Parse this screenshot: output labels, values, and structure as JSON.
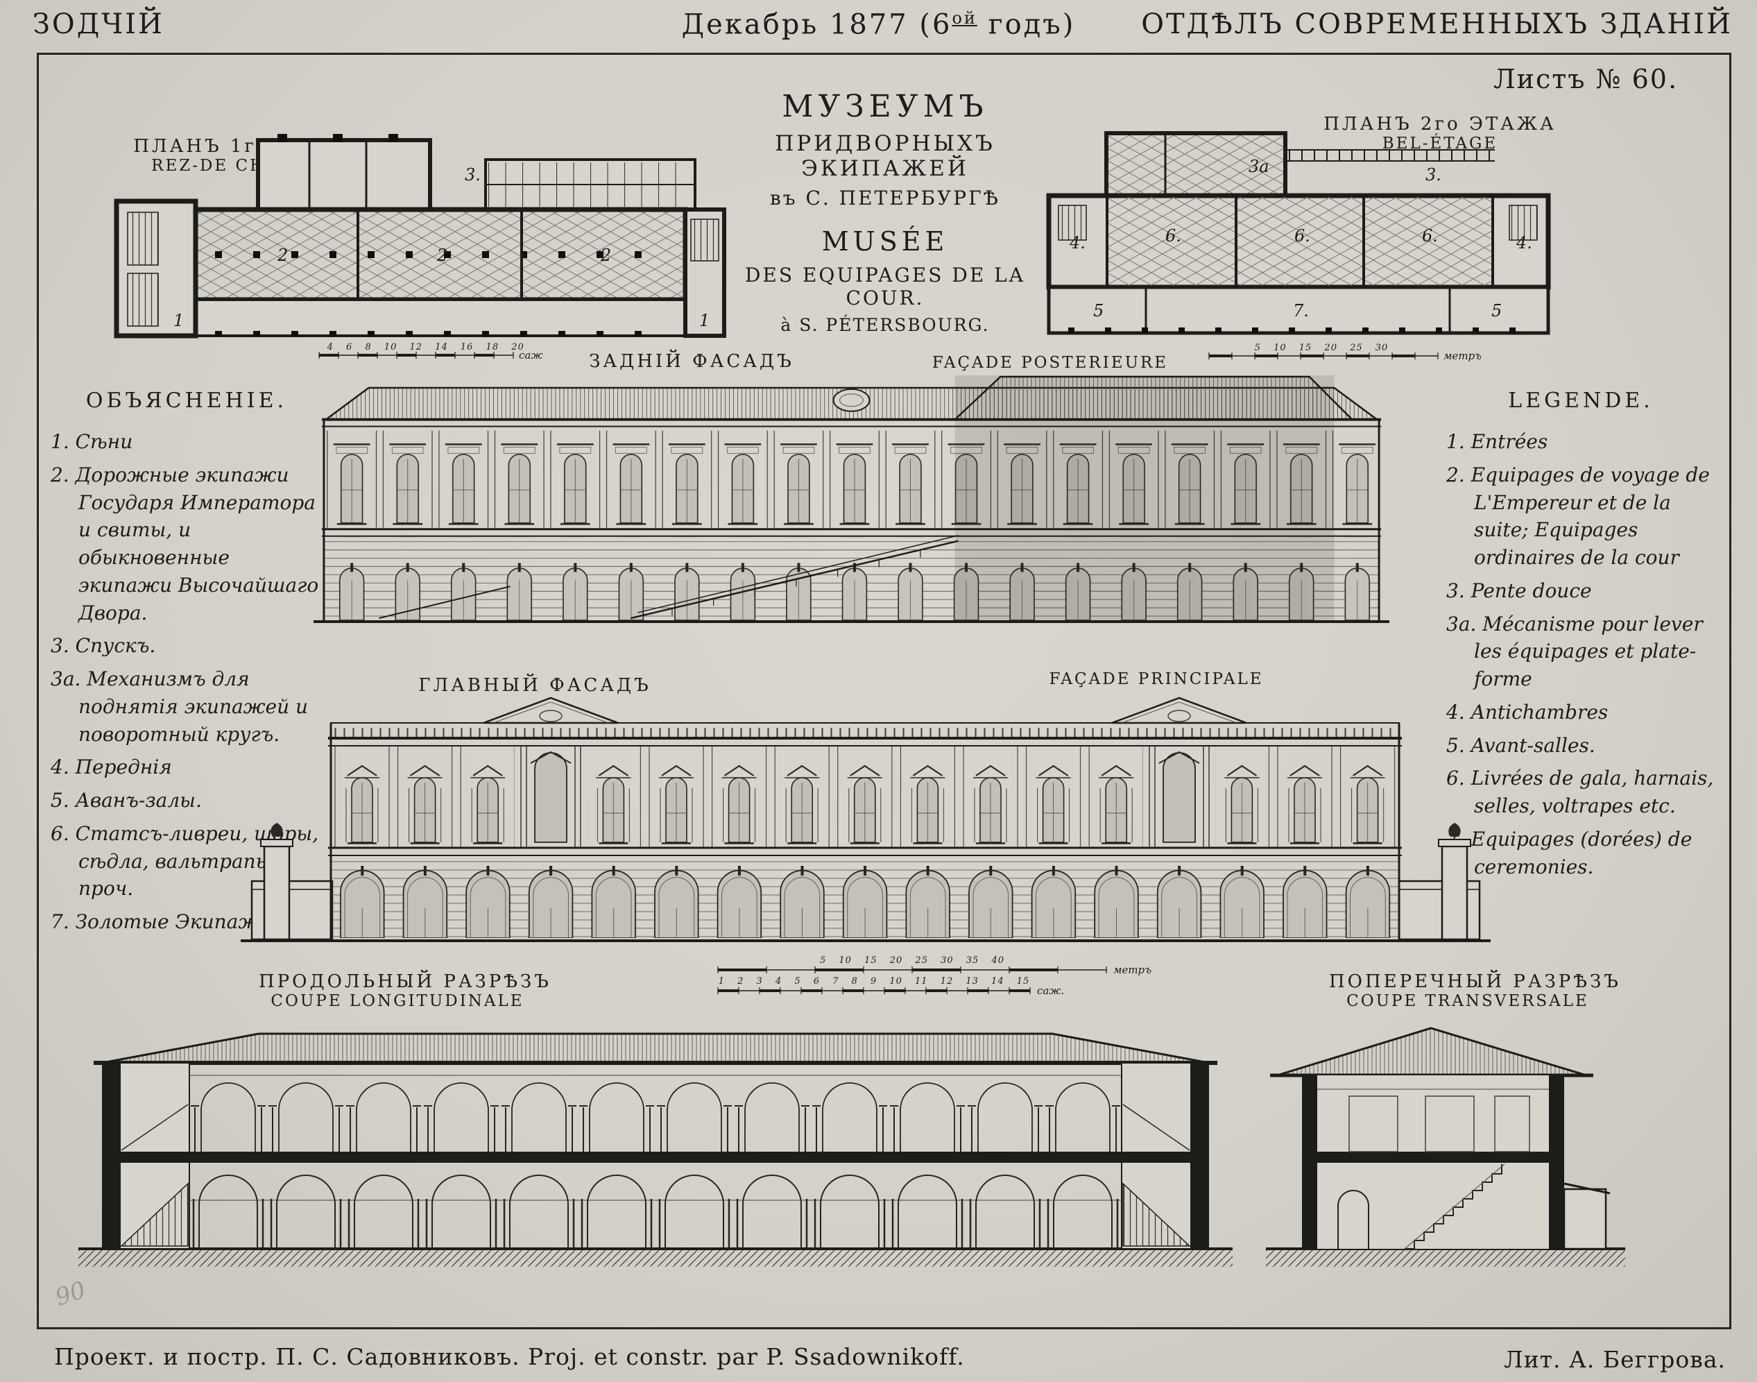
{
  "colors": {
    "paper": "#d3d1c9",
    "ink": "#1e1c18"
  },
  "header": {
    "journal": "ЗОДЧІЙ",
    "issue_pre": "Декабрь 1877 (6",
    "issue_sup": "ой",
    "issue_post": " годъ)",
    "section": "ОТДѢЛЪ СОВРЕМЕННЫХЪ ЗДАНІЙ",
    "sheet": "Листъ № 60."
  },
  "title": {
    "ru_line1": "МУЗЕУМЪ",
    "ru_line2": "ПРИДВОРНЫХЪ ЭКИПАЖЕЙ",
    "ru_line3": "въ С. ПЕТЕРБУРГѢ",
    "fr_line1": "MUSÉE",
    "fr_line2": "DES EQUIPAGES DE LA COUR.",
    "fr_line3": "à S. PÉTERSBOURG."
  },
  "plan_ground": {
    "label_ru": "ПЛАНЪ 1го ЭТАЖА",
    "label_fr": "REZ-DE CHAUSSÉE",
    "rooms": [
      "1",
      "2",
      "2",
      "2",
      "3.",
      "1"
    ],
    "scale_ticks": "2 4 6 8 10 12 14 16 18 20",
    "scale_unit": "саж."
  },
  "plan_bel": {
    "label_ru": "ПЛАНЪ 2го ЭТАЖА",
    "label_fr": "BEL-ÉTAGE",
    "rooms": [
      "3а",
      "3.",
      "4.",
      "6.",
      "6.",
      "6.",
      "4.",
      "5",
      "7.",
      "5"
    ],
    "scale_ticks": "5 10 15 20 25 30",
    "scale_unit": "метръ"
  },
  "facade_rear": {
    "label_ru": "ЗАДНІЙ ФАСАДЪ",
    "label_fr": "FAÇADE POSTERIEURE"
  },
  "facade_main": {
    "label_ru": "ГЛАВНЫЙ ФАСАДЪ",
    "label_fr": "FAÇADE PRINCIPALE"
  },
  "section_long": {
    "label_ru": "ПРОДОЛЬНЫЙ РАЗРѢЗЪ",
    "label_fr": "COUPE LONGITUDINALE"
  },
  "section_trans": {
    "label_ru": "ПОПЕРЕЧНЫЙ РАЗРѢЗЪ",
    "label_fr": "COUPE TRANSVERSALE"
  },
  "center_scales": {
    "metres_ticks": "5 10 15 20 25 30 35 40",
    "metres_unit": "метръ",
    "sagenes_ticks": "1 2 3 4 5 6 7 8 9 10 11 12 13 14 15",
    "sagenes_unit": "саж."
  },
  "legend_ru": {
    "title": "ОБЪЯСНЕНІЕ.",
    "items": [
      "1. Сѣни",
      "2. Дорожные экипажи Государя Императора и свиты, и обыкновенные экипажи Высочайшаго Двора.",
      "3. Спускъ.",
      "3а. Механизмъ для поднятія экипажей и поворотный кругъ.",
      "4. Переднія",
      "5. Аванъ-залы.",
      "6. Статсъ-ливреи, шоры, сѣдла, вальтрапы и проч.",
      "7. Золотые Экипажи."
    ]
  },
  "legend_fr": {
    "title": "LEGENDE.",
    "items": [
      "1. Entrées",
      "2. Equipages de voyage de L'Empereur et de la suite; Equipages ordinaires de la cour",
      "3. Pente douce",
      "3a. Mécanisme pour lever les équipages et plate-forme",
      "4. Antichambres",
      "5. Avant-salles.",
      "6. Livrées de gala, harnais, selles, voltrapes etc.",
      "7. Equipages (dorées) de ceremonies."
    ]
  },
  "credits": {
    "left": "Проект. и постр. П. С. Садовниковъ. Proj. et constr. par P. Ssadownikoff.",
    "right": "Лит. А. Беггрова."
  },
  "pencil_mark": "90"
}
